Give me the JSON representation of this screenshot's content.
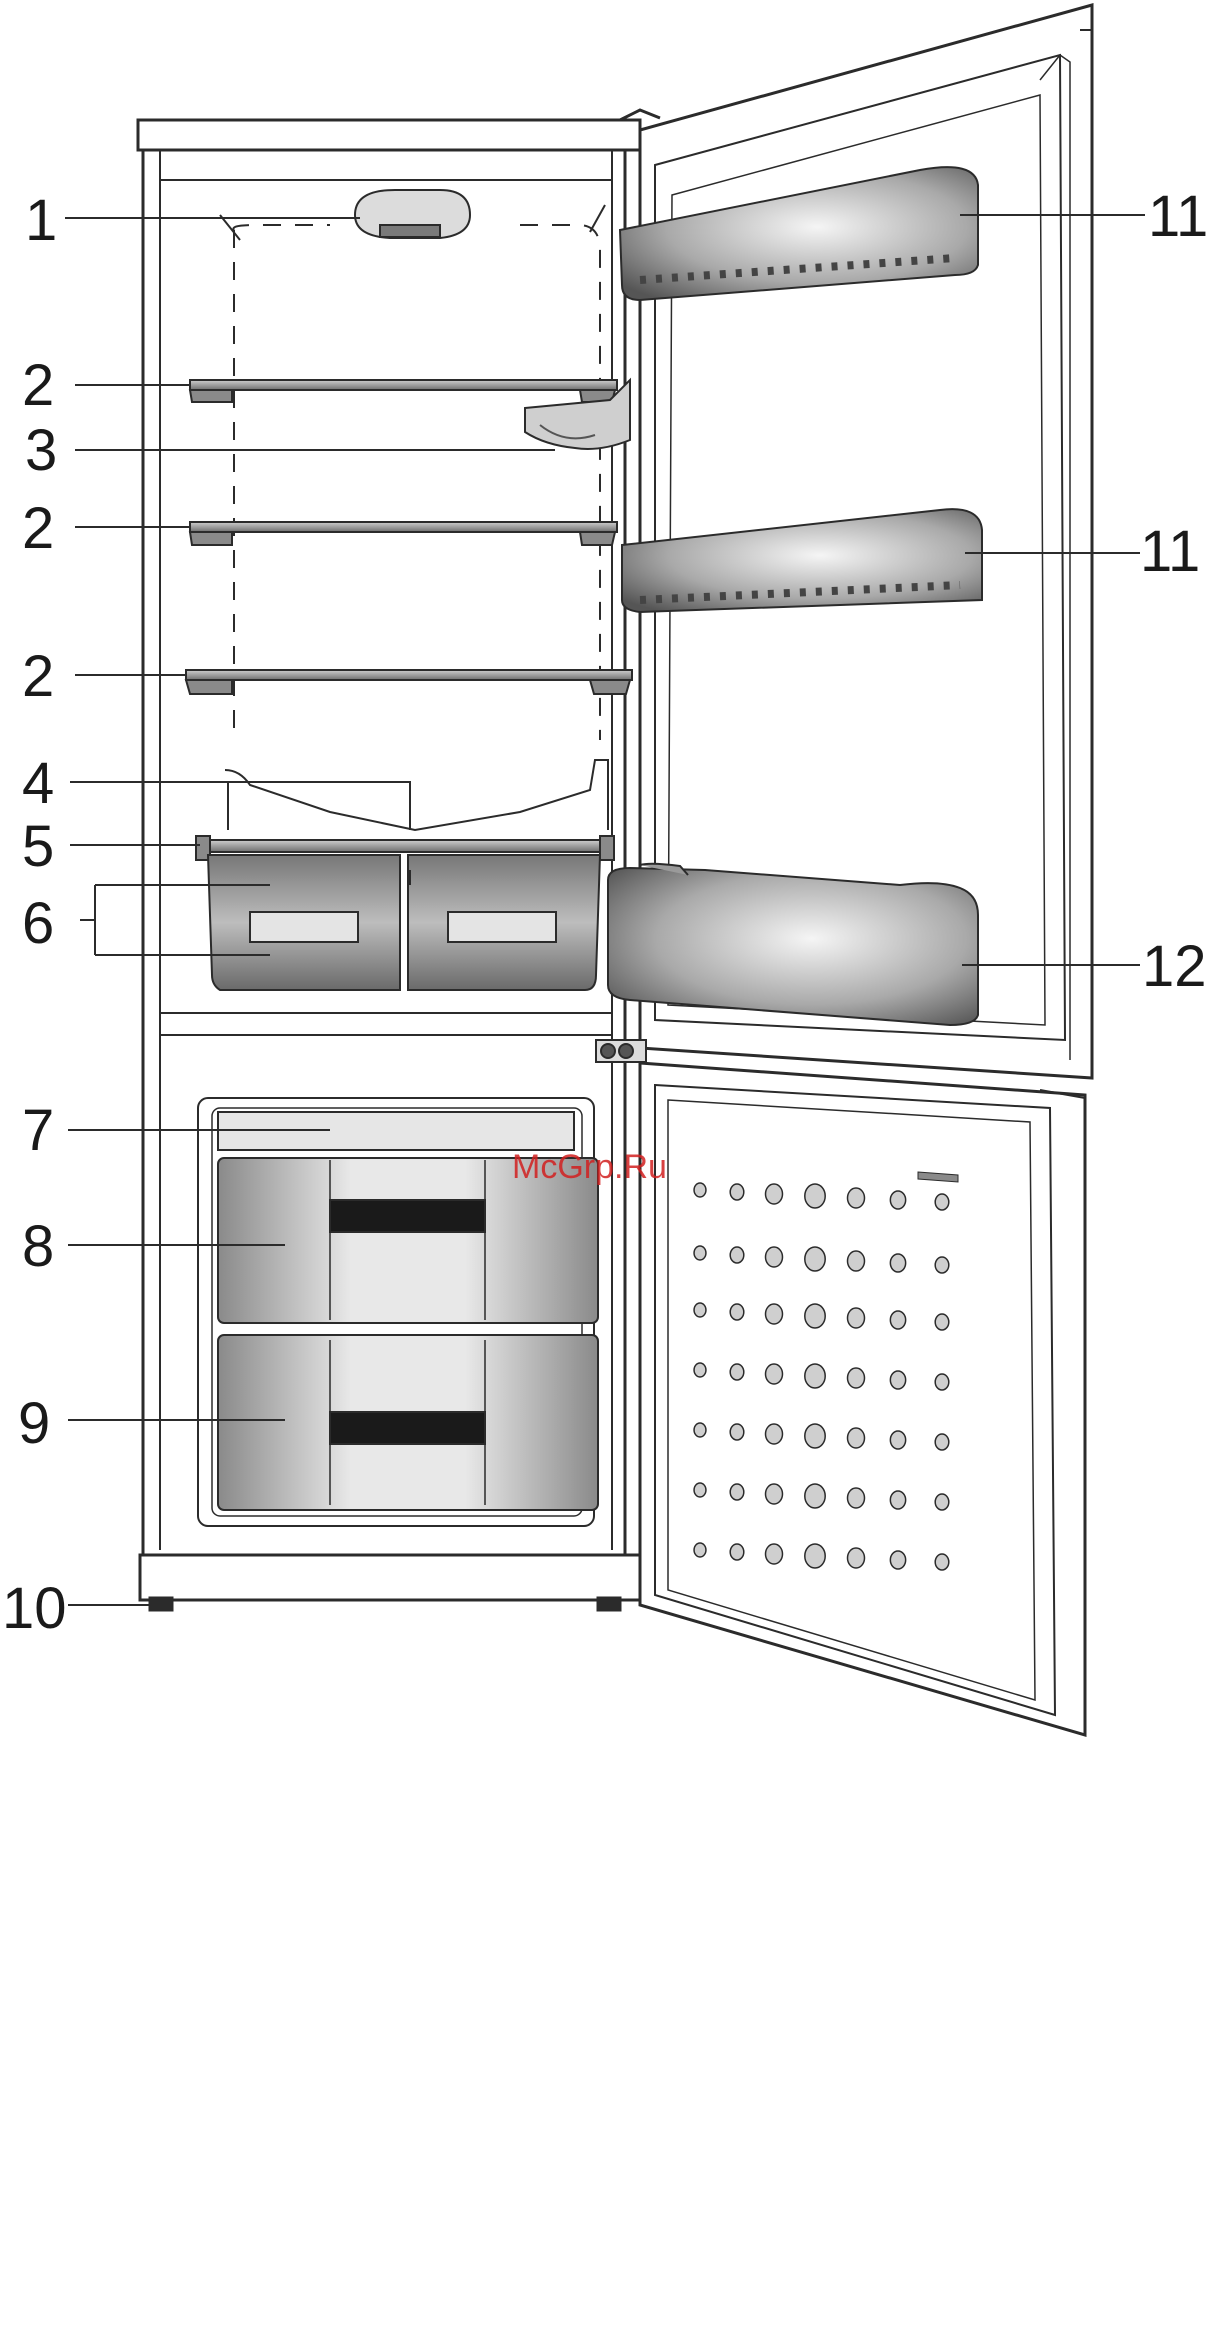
{
  "callouts": [
    {
      "id": "c1",
      "text": "1"
    },
    {
      "id": "c2a",
      "text": "2"
    },
    {
      "id": "c3",
      "text": "3"
    },
    {
      "id": "c2b",
      "text": "2"
    },
    {
      "id": "c2c",
      "text": "2"
    },
    {
      "id": "c4",
      "text": "4"
    },
    {
      "id": "c5",
      "text": "5"
    },
    {
      "id": "c6",
      "text": "6"
    },
    {
      "id": "c7",
      "text": "7"
    },
    {
      "id": "c8",
      "text": "8"
    },
    {
      "id": "c9",
      "text": "9"
    },
    {
      "id": "c10",
      "text": "10"
    },
    {
      "id": "c11a",
      "text": "11"
    },
    {
      "id": "c11b",
      "text": "11"
    },
    {
      "id": "c12",
      "text": "12"
    }
  ],
  "watermark": "McGrp.Ru",
  "colors": {
    "line": "#2b2b2b",
    "fill_light": "#eeeeee",
    "fill_mid": "#9a9a9a",
    "fill_dark": "#555555",
    "watermark": "#d22020"
  }
}
